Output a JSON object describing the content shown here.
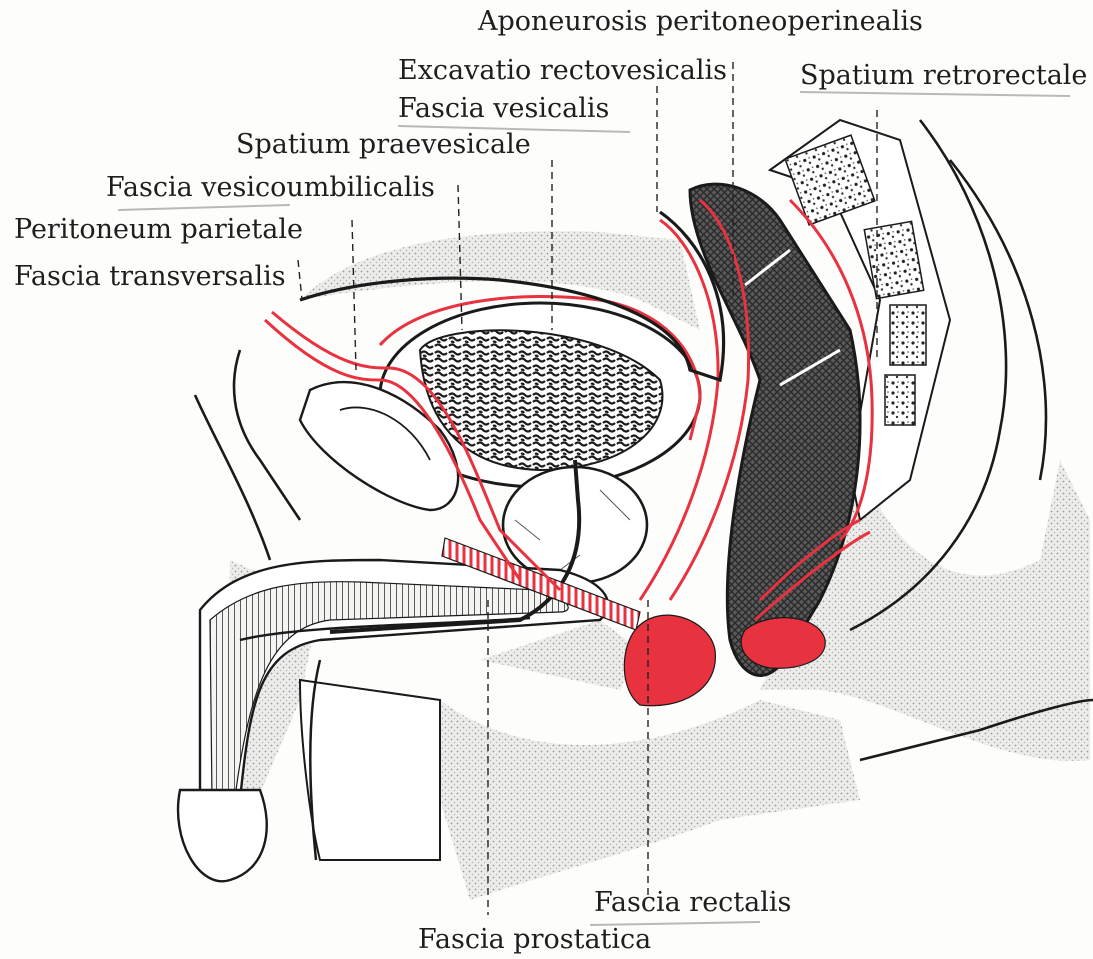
{
  "labels": {
    "aponeurosis": "Aponeurosis peritoneoperinealis",
    "excavatio": "Excavatio rectovesicalis",
    "spatium_retrorectale": "Spatium retrorectale",
    "fascia_vesicalis": "Fascia vesicalis",
    "spatium_praevesicale": "Spatium praevesicale",
    "fascia_vesicoumbilicalis": "Fascia vesicoumbilicalis",
    "peritoneum_parietale": "Peritoneum parietale",
    "fascia_transversalis": "Fascia transversalis",
    "fascia_rectalis": "Fascia rectalis",
    "fascia_prostatica": "Fascia prostatica"
  },
  "colors": {
    "fascia": "#e8323f",
    "outline": "#1a1a1a",
    "stipple": "#d9d9d6",
    "rectum": "#4a4a4a",
    "background": "#fdfdfb"
  }
}
